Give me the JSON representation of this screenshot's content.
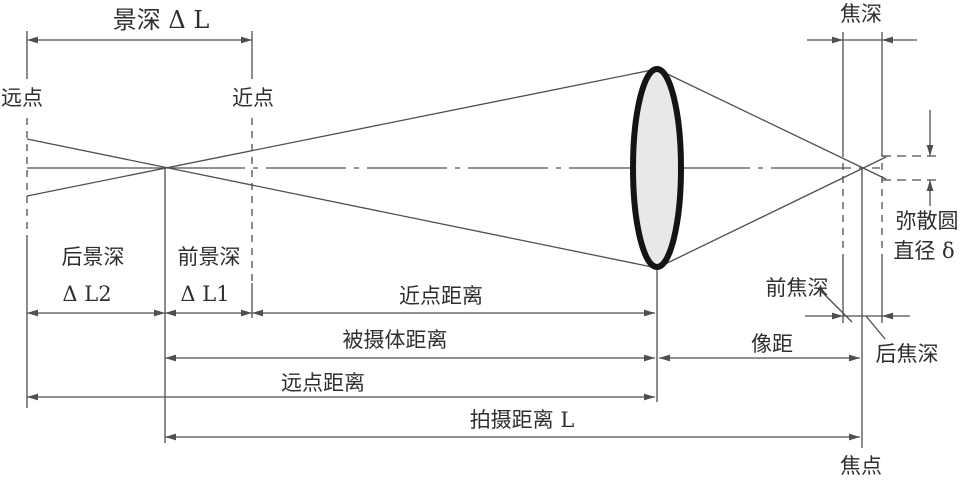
{
  "labels": {
    "dof_title": "景深 Δ L",
    "far_point": "远点",
    "near_point": "近点",
    "rear_dof": "后景深",
    "rear_dof_var": "Δ L2",
    "front_dof": "前景深",
    "front_dof_var": "Δ L1",
    "near_point_distance": "近点距离",
    "subject_distance": "被摄体距离",
    "image_distance": "像距",
    "far_point_distance": "远点距离",
    "shooting_distance": "拍摄距离 L",
    "focal_depth": "焦深",
    "front_focal_depth": "前焦深",
    "rear_focal_depth": "后焦深",
    "coc_line1": "弥散圆",
    "coc_line2": "直径 δ",
    "focal_point": "焦点"
  },
  "colors": {
    "background": "#ffffff",
    "line": "#4f4f4f",
    "text": "#2f2f2f",
    "lens_fill": "#e8e8e8",
    "lens_stroke": "#141414"
  }
}
